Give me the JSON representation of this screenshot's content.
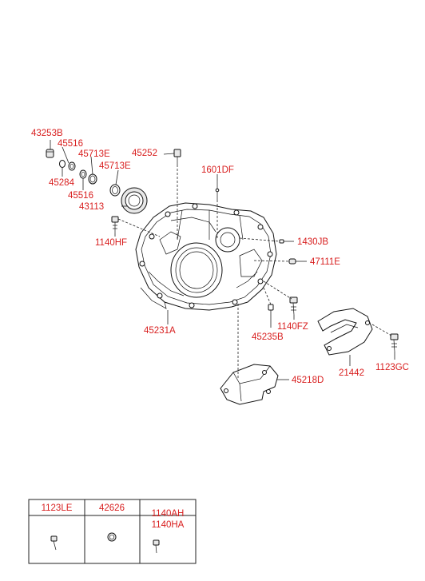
{
  "labels": {
    "p43253B": "43253B",
    "p45516a": "45516",
    "p45713Ea": "45713E",
    "p45284": "45284",
    "p45713Eb": "45713E",
    "p45516b": "45516",
    "p43113": "43113",
    "p45252": "45252",
    "p1601DF": "1601DF",
    "p1140HF": "1140HF",
    "p1430JB": "1430JB",
    "p47111E": "47111E",
    "p45231A": "45231A",
    "p45235B": "45235B",
    "p1140FZ": "1140FZ",
    "p21442": "21442",
    "p1123GC": "1123GC",
    "p45218D": "45218D"
  },
  "table": {
    "headers": [
      "1123LE",
      "42626"
    ],
    "header3_line1": "1140AH",
    "header3_line2": "1140HA"
  },
  "colors": {
    "label": "#d81e1e",
    "line": "#222222"
  }
}
